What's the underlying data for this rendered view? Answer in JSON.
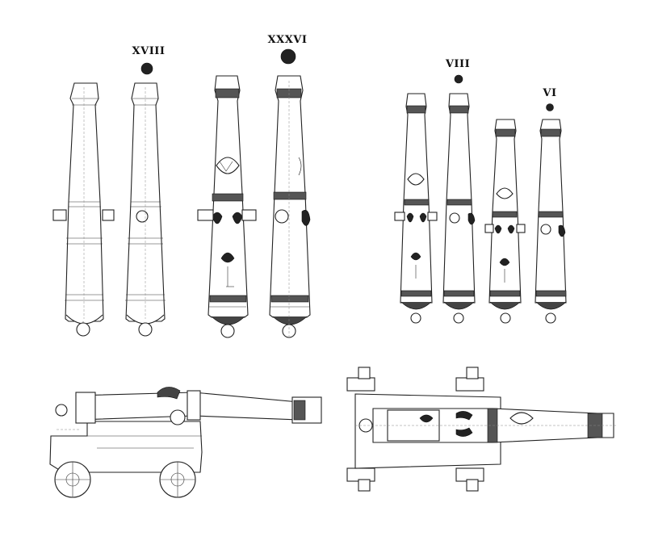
{
  "labels": {
    "cannon_18": "XVIII",
    "cannon_36": "XXXVI",
    "cannon_8": "VIII",
    "cannon_6": "VI"
  },
  "colors": {
    "ink": "#222222",
    "paper": "#ffffff"
  }
}
